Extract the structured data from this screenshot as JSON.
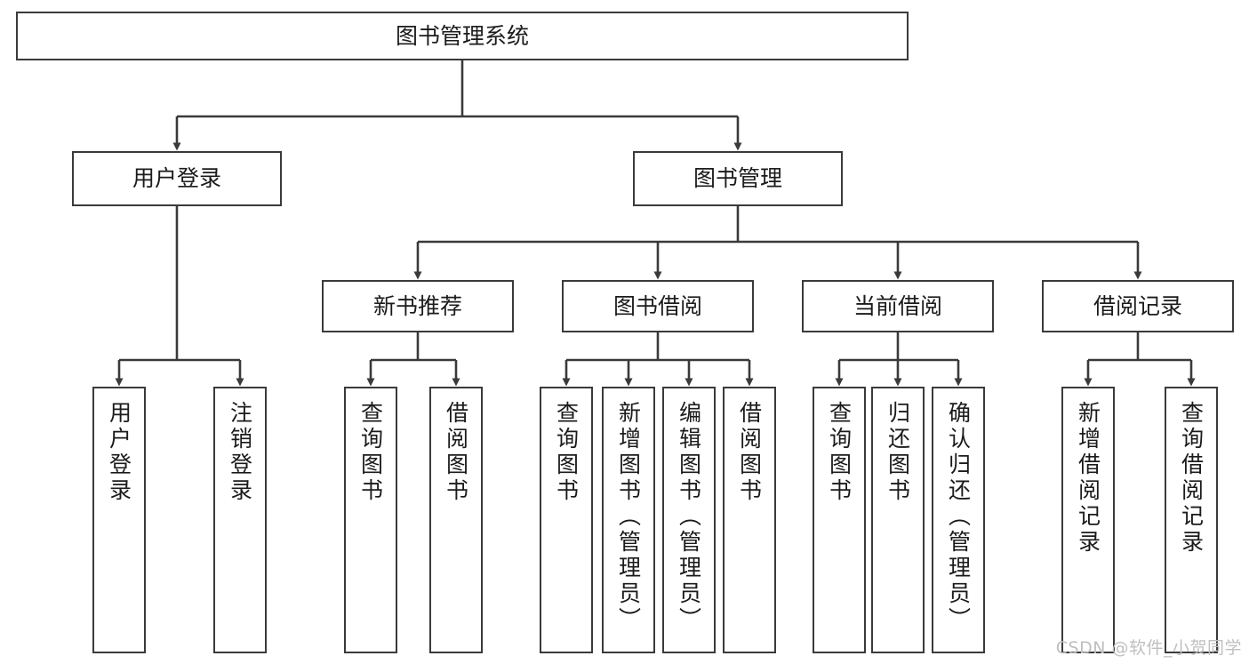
{
  "diagram": {
    "type": "tree",
    "title": "图书管理系统",
    "orientation": "top-down",
    "line_color": "#3a3a3a",
    "box_fill": "#ffffff",
    "text_color": "#1b1b1b",
    "root": {
      "label": "图书管理系统"
    },
    "level2": [
      {
        "label": "用户登录"
      },
      {
        "label": "图书管理"
      }
    ],
    "level3": [
      {
        "label": "新书推荐"
      },
      {
        "label": "图书借阅"
      },
      {
        "label": "当前借阅"
      },
      {
        "label": "借阅记录"
      }
    ],
    "leaves": {
      "user_login": [
        {
          "label": "用户登录"
        },
        {
          "label": "注销登录"
        }
      ],
      "new_book_recommend": [
        {
          "label": "查询图书"
        },
        {
          "label": "借阅图书"
        }
      ],
      "book_borrow": [
        {
          "label": "查询图书"
        },
        {
          "label": "新增图书（管理员）"
        },
        {
          "label": "编辑图书（管理员）"
        },
        {
          "label": "借阅图书"
        }
      ],
      "current_borrow": [
        {
          "label": "查询图书"
        },
        {
          "label": "归还图书"
        },
        {
          "label": "确认归还（管理员）"
        }
      ],
      "borrow_record": [
        {
          "label": "新增借阅记录"
        },
        {
          "label": "查询借阅记录"
        }
      ]
    }
  },
  "watermark": {
    "text": "CSDN @软件_小贺同学",
    "color": "#bfbfbf"
  }
}
